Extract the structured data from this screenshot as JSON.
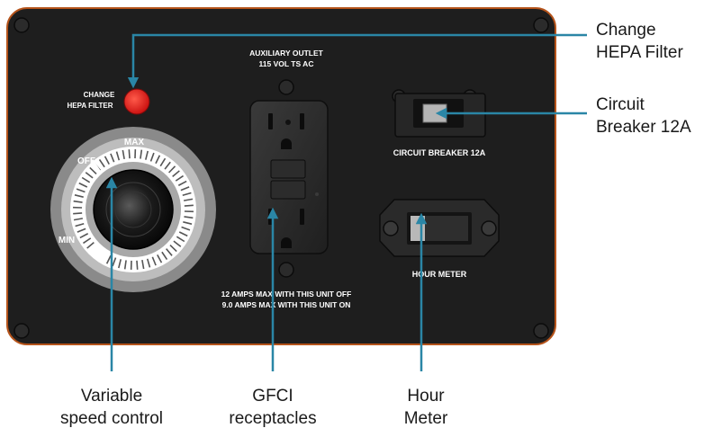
{
  "panel": {
    "change_filter_label": [
      "CHANGE",
      "HEPA FILTER"
    ],
    "aux_outlet_label": [
      "AUXILIARY OUTLET",
      "115 VOL TS AC"
    ],
    "dial": {
      "max": "MAX",
      "off": "OFF",
      "min": "MIN"
    },
    "breaker_label": "CIRCUIT BREAKER 12A",
    "hour_meter_label": "HOUR METER",
    "amps_note": [
      "12 AMPS MAX WITH THIS UNIT OFF",
      "9.0 AMPS MAX WITH THIS UNIT ON"
    ]
  },
  "callouts": {
    "change_filter": [
      "Change",
      "HEPA Filter"
    ],
    "circuit_breaker": [
      "Circuit",
      "Breaker 12A"
    ],
    "variable_speed": [
      "Variable",
      "speed control"
    ],
    "gfci": [
      "GFCI",
      "receptacles"
    ],
    "hour_meter": [
      "Hour",
      "Meter"
    ]
  },
  "colors": {
    "panel": "#1e1e1e",
    "panel_border": "#c85a1a",
    "leader": "#2a86a6",
    "indicator": "#e21b1b",
    "label_text": "#ffffff"
  }
}
